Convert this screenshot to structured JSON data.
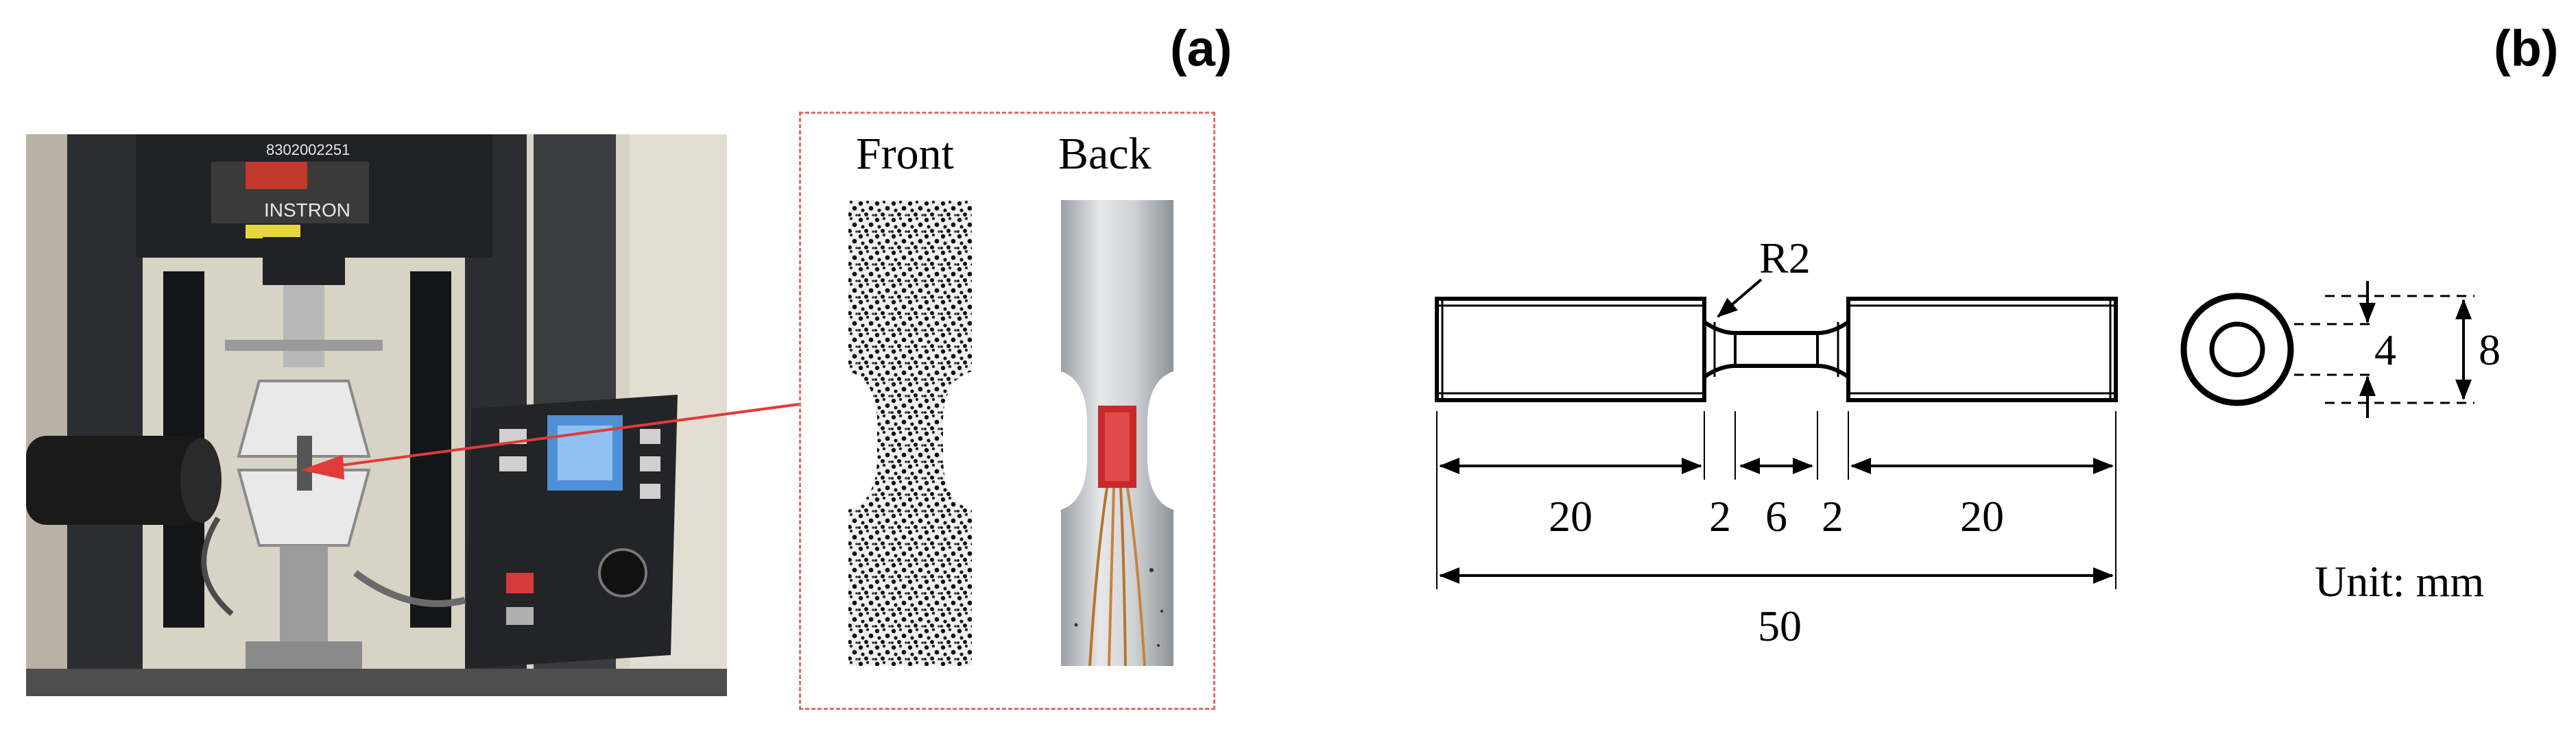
{
  "panels": {
    "a_label": "(a)",
    "b_label": "(b)"
  },
  "photo": {
    "machine_brand": "INSTRON",
    "machine_serial": "8302002251"
  },
  "inset": {
    "front_label": "Front",
    "back_label": "Back"
  },
  "drawing": {
    "radius_label": "R2",
    "dims": {
      "left_grip": "20",
      "left_fillet": "2",
      "gauge": "6",
      "right_fillet": "2",
      "right_grip": "20",
      "total": "50",
      "inner_diameter": "4",
      "outer_diameter": "8"
    },
    "unit_label": "Unit: mm"
  },
  "colors": {
    "connector": "#e03a3a",
    "inset_border": "#e46a6a",
    "line": "#000000"
  }
}
